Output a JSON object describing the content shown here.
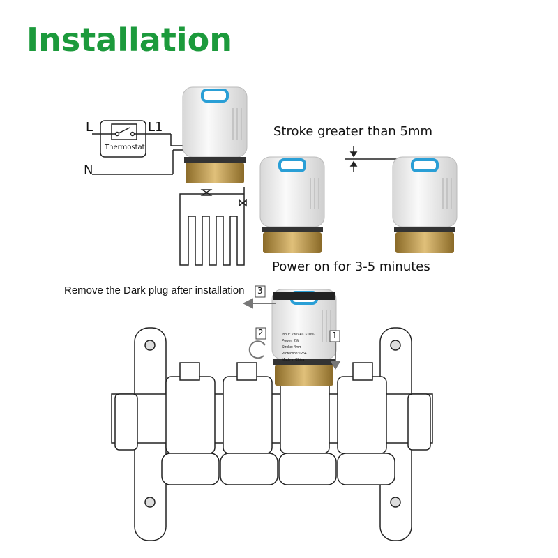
{
  "title": "Installation",
  "wiring": {
    "l": "L",
    "l1": "L1",
    "n": "N",
    "thermostat": "Thermostat"
  },
  "stroke_note": "Stroke greater than 5mm",
  "power_note": "Power on for 3-5 minutes",
  "remove_note": "Remove the Dark plug after installation",
  "steps": [
    "1",
    "2",
    "3"
  ],
  "actuator_label": [
    "Input: 230VAC ~10%",
    "Power: 2W",
    "Stroke: 4mm",
    "Protection: IP54",
    "Made in China"
  ],
  "colors": {
    "title": "#1c9a3c",
    "cap": "#2a9fd6",
    "brass": "#b8913c"
  }
}
